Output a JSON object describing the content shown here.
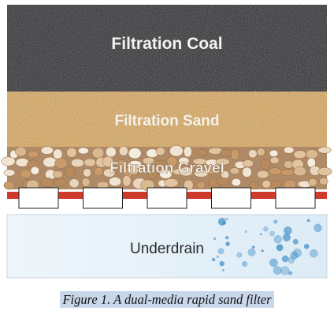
{
  "layers": {
    "coal": {
      "label": "Filtration Coal",
      "color": "#26262a"
    },
    "sand": {
      "label": "Filtration Sand",
      "color": "#c69a58"
    },
    "gravel": {
      "label": "Filtration Gravel",
      "color": "#b08a66"
    },
    "underdrain": {
      "label": "Underdrain",
      "color": "#e9f4fb",
      "bubble_color": "#3f8fc9"
    }
  },
  "support_plate": {
    "plate_color": "#cf3a2a",
    "nozzle_color": "#ffffff",
    "nozzle_count": 5
  },
  "caption": "Figure 1. A dual-media rapid sand filter"
}
